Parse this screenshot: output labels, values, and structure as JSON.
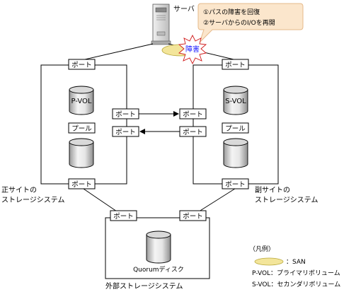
{
  "server_label": "サーバ",
  "callout": {
    "line1": "①パスの障害を回復",
    "line2": "②サーバからのI/Oを再開"
  },
  "fault_label": "障害",
  "port_label": "ポート",
  "pool_label": "プール",
  "pvol_label": "P-VOL",
  "svol_label": "S-VOL",
  "primary_site": {
    "line1": "正サイトの",
    "line2": "ストレージシステム"
  },
  "secondary_site": {
    "line1": "副サイトの",
    "line2": "ストレージシステム"
  },
  "external_storage": "外部ストレージシステム",
  "quorum_disk": "Quorumディスク",
  "legend": {
    "title": "（凡例）",
    "san": "：SAN",
    "pvol": "P-VOL：プライマリボリューム",
    "svol": "S-VOL：セカンダリボリューム"
  },
  "colors": {
    "fault_fill": "#f3e59a",
    "fault_stroke": "#b8a83a",
    "callout_fill": "#fbe6cc",
    "callout_stroke": "#e6b98a",
    "fault_text": "#1a1aff",
    "server_gray": "#d9d9d9",
    "cyl_top": "#d9d9d9"
  }
}
